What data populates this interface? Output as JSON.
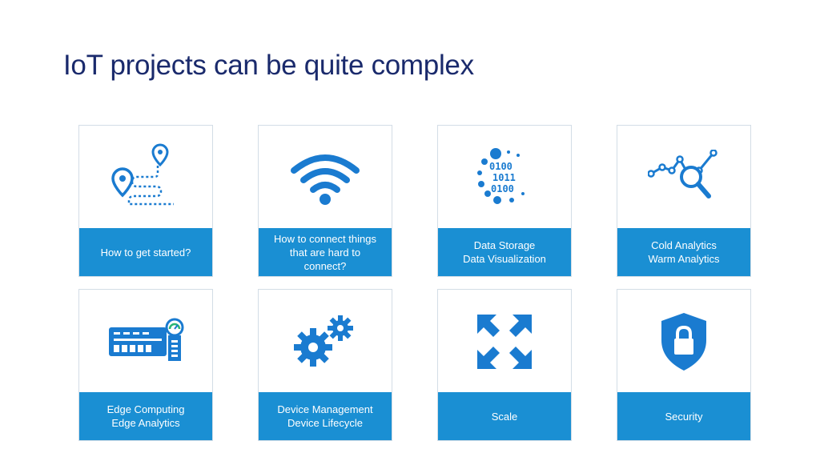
{
  "slide": {
    "title": "IoT projects can be quite complex"
  },
  "cards": [
    {
      "lines": [
        "How to get started?"
      ],
      "icon": "map-route-icon"
    },
    {
      "lines": [
        "How to connect things",
        "that are hard to",
        "connect?"
      ],
      "icon": "wifi-icon"
    },
    {
      "lines": [
        "Data Storage",
        "Data Visualization"
      ],
      "icon": "binary-data-icon"
    },
    {
      "lines": [
        "Cold Analytics",
        "Warm Analytics"
      ],
      "icon": "analytics-search-icon"
    },
    {
      "lines": [
        "Edge Computing",
        "Edge Analytics"
      ],
      "icon": "edge-device-icon"
    },
    {
      "lines": [
        "Device Management",
        "Device Lifecycle"
      ],
      "icon": "gears-icon"
    },
    {
      "lines": [
        "Scale"
      ],
      "icon": "scale-arrows-icon"
    },
    {
      "lines": [
        "Security"
      ],
      "icon": "shield-lock-icon"
    }
  ],
  "binary_icon_text": [
    "0100",
    "1011",
    "0100"
  ],
  "colors": {
    "accent": "#1a8fd3",
    "title": "#1a2a6c",
    "icon": "#1a7bd0"
  }
}
